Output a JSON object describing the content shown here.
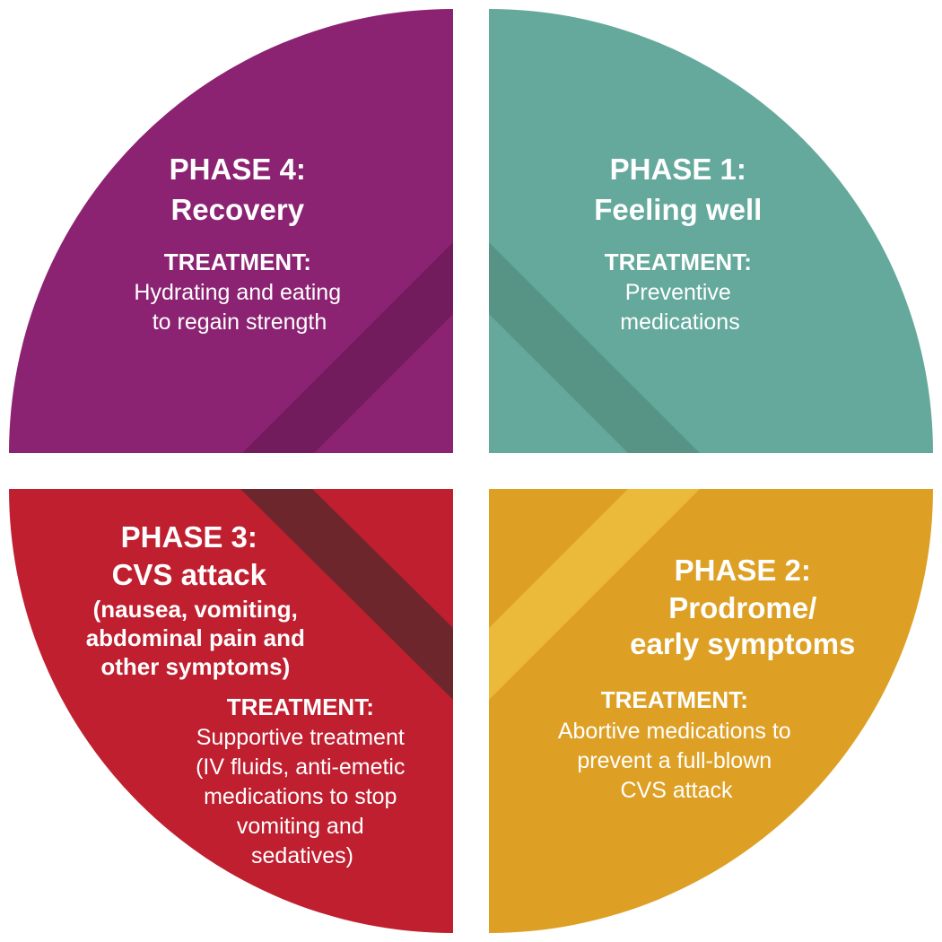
{
  "quadrants": {
    "phase1": {
      "title": [
        "PHASE 1:",
        "Feeling well"
      ],
      "treatment_label": "TREATMENT:",
      "treatment": [
        "Preventive",
        "medications"
      ],
      "color": "#64a99c",
      "shade_color": "#579486"
    },
    "phase2": {
      "title": [
        "PHASE 2:",
        "Prodrome/",
        "early symptoms"
      ],
      "treatment_label": "TREATMENT:",
      "treatment": [
        "Abortive medications to",
        "prevent a full-blown",
        "CVS attack"
      ],
      "color": "#dda025",
      "shade_color": "#ebba3b"
    },
    "phase3": {
      "title": [
        "PHASE 3:",
        "CVS attack"
      ],
      "subtitle": [
        "(nausea, vomiting,",
        "abdominal pain and",
        "other symptoms)"
      ],
      "treatment_label": "TREATMENT:",
      "treatment": [
        "Supportive treatment",
        "(IV fluids, anti-emetic",
        "medications to stop",
        "vomiting and",
        "sedatives)"
      ],
      "color": "#bf1f2f",
      "shade_color": "#6d262b"
    },
    "phase4": {
      "title": [
        "PHASE 4:",
        "Recovery"
      ],
      "treatment_label": "TREATMENT:",
      "treatment": [
        "Hydrating and eating",
        "to regain strength"
      ],
      "color": "#8b2272",
      "shade_color": "#731c5d"
    }
  }
}
